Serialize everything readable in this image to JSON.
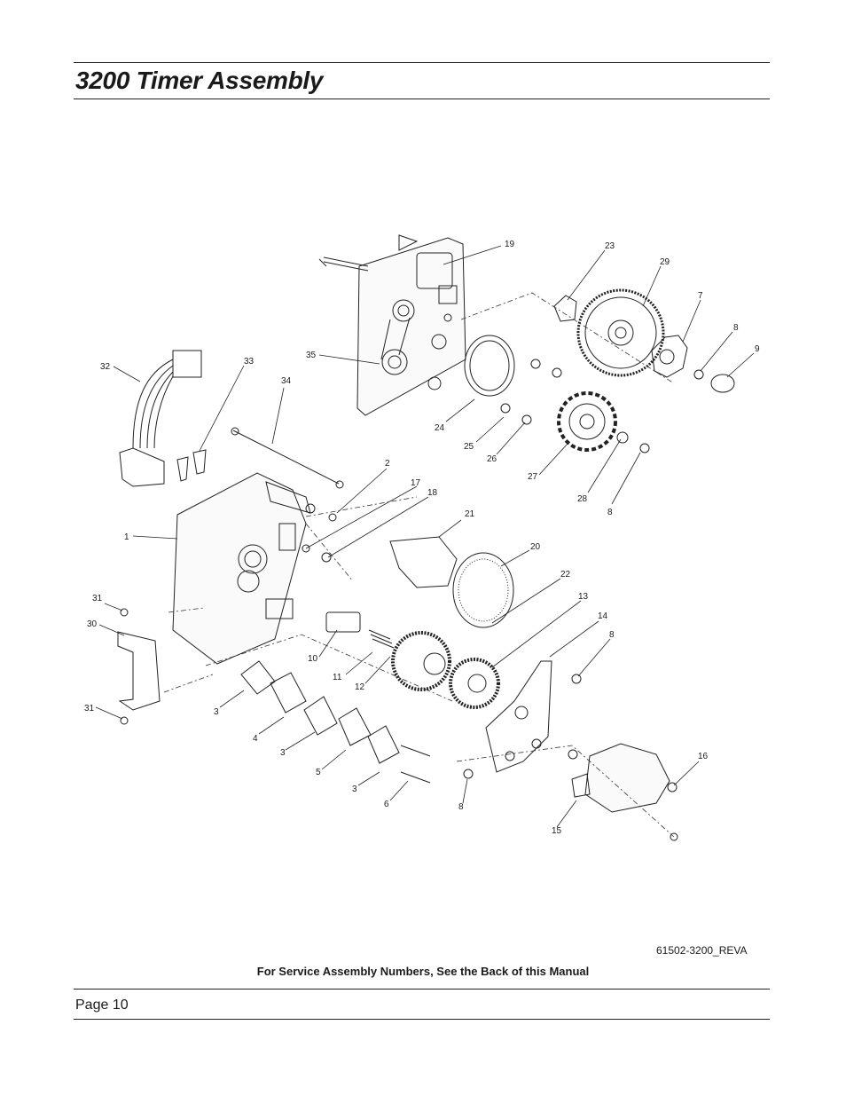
{
  "header": {
    "title": "3200 Timer Assembly"
  },
  "diagram": {
    "callouts": [
      "19",
      "23",
      "29",
      "7",
      "8",
      "9",
      "35",
      "32",
      "33",
      "34",
      "24",
      "25",
      "26",
      "27",
      "28",
      "8",
      "2",
      "17",
      "18",
      "1",
      "21",
      "20",
      "22",
      "13",
      "14",
      "8",
      "31",
      "30",
      "10",
      "11",
      "12",
      "3",
      "4",
      "3",
      "5",
      "3",
      "6",
      "8",
      "16",
      "15",
      "31"
    ]
  },
  "footer": {
    "doc_number": "61502-3200_REVA",
    "service_note": "For Service Assembly Numbers, See the Back of this Manual",
    "page_number": "Page 10"
  }
}
